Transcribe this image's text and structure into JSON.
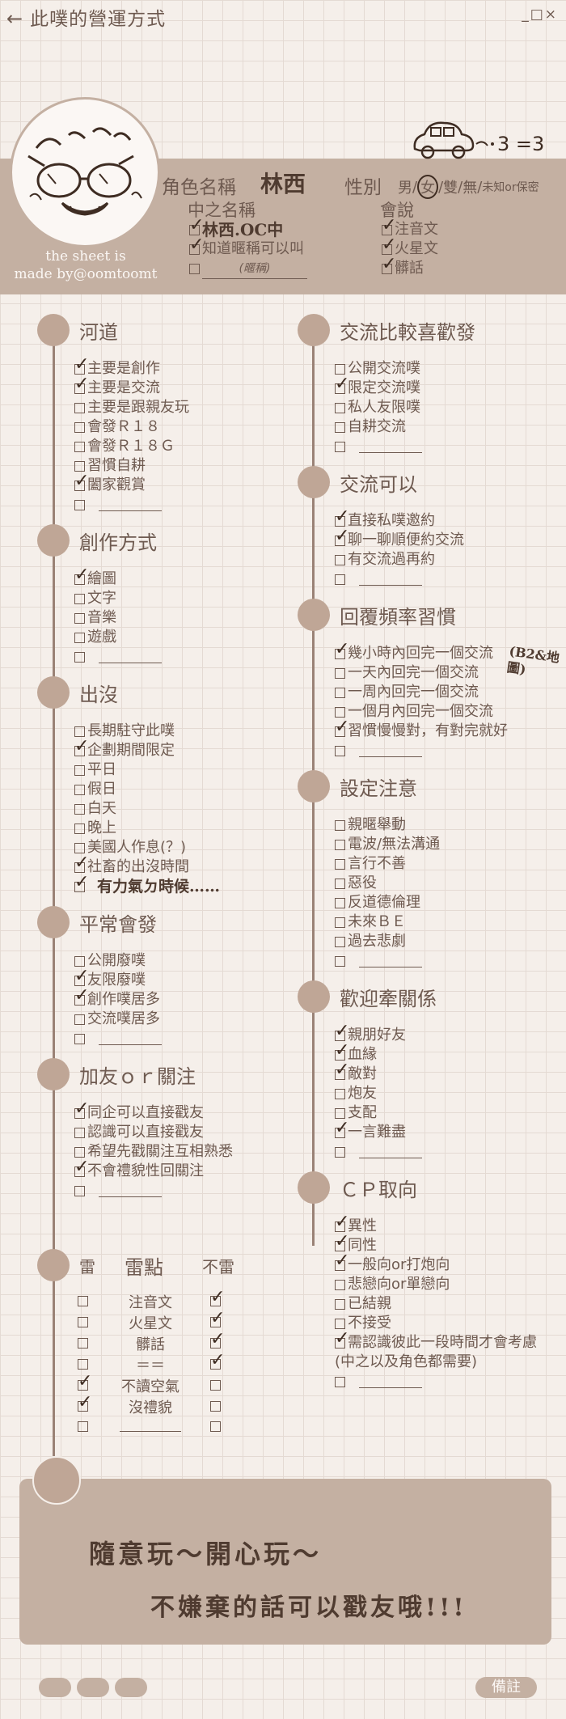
{
  "header": {
    "back_icon": "arrow-left-icon",
    "title": "此噗的營運方式",
    "window_controls": "_□×"
  },
  "profile": {
    "credit_line1": "the sheet is",
    "credit_line2": "made by@oomtoomt",
    "name_label": "角色名稱",
    "name_value": "林西",
    "gender_label": "性別",
    "gender_options": [
      "男",
      "女",
      "雙",
      "無"
    ],
    "gender_note": "未知or保密",
    "gender_selected": "女",
    "zh_label": "中之名稱",
    "zh_options": [
      {
        "text": "林西.OC中",
        "checked": true
      },
      {
        "text": "知道暱稱可以叫",
        "checked": true
      },
      {
        "text": "(暱稱)",
        "checked": false
      }
    ],
    "speak_label": "會說",
    "speak_options": [
      {
        "text": "注音文",
        "checked": true
      },
      {
        "text": "火星文",
        "checked": true
      },
      {
        "text": "髒話",
        "checked": true
      }
    ]
  },
  "left_sections": [
    {
      "title": "河道",
      "items": [
        {
          "text": "主要是創作",
          "checked": true
        },
        {
          "text": "主要是交流",
          "checked": true
        },
        {
          "text": "主要是跟親友玩",
          "checked": false
        },
        {
          "text": "會發Ｒ１８",
          "checked": false
        },
        {
          "text": "會發Ｒ１８Ｇ",
          "checked": false
        },
        {
          "text": "習慣自耕",
          "checked": false
        },
        {
          "text": "闔家觀賞",
          "checked": true
        },
        {
          "text": "",
          "checked": false,
          "blank": true
        }
      ]
    },
    {
      "title": "創作方式",
      "items": [
        {
          "text": "繪圖",
          "checked": true
        },
        {
          "text": "文字",
          "checked": false
        },
        {
          "text": "音樂",
          "checked": false
        },
        {
          "text": "遊戲",
          "checked": false
        },
        {
          "text": "",
          "checked": false,
          "blank": true
        }
      ]
    },
    {
      "title": "出沒",
      "items": [
        {
          "text": "長期駐守此噗",
          "checked": false
        },
        {
          "text": "企劃期間限定",
          "checked": true
        },
        {
          "text": "平日",
          "checked": false
        },
        {
          "text": "假日",
          "checked": false
        },
        {
          "text": "白天",
          "checked": false
        },
        {
          "text": "晚上",
          "checked": false
        },
        {
          "text": "美國人作息(？)",
          "checked": false
        },
        {
          "text": "社畜的出沒時間",
          "checked": true
        },
        {
          "text": "有力氣ㄉ時候……",
          "checked": true,
          "hand": true
        }
      ]
    },
    {
      "title": "平常會發",
      "items": [
        {
          "text": "公開廢噗",
          "checked": false
        },
        {
          "text": "友限廢噗",
          "checked": true
        },
        {
          "text": "創作噗居多",
          "checked": true
        },
        {
          "text": "交流噗居多",
          "checked": false
        },
        {
          "text": "",
          "checked": false,
          "blank": true
        }
      ]
    },
    {
      "title": "加友ｏｒ關注",
      "items": [
        {
          "text": "同企可以直接戳友",
          "checked": true
        },
        {
          "text": "認識可以直接戳友",
          "checked": false
        },
        {
          "text": "希望先戳關注互相熟悉",
          "checked": false
        },
        {
          "text": "不會禮貌性回關注",
          "checked": true
        },
        {
          "text": "",
          "checked": false,
          "blank": true
        }
      ]
    }
  ],
  "thunder": {
    "col_left": "雷",
    "col_mid": "雷點",
    "col_right": "不雷",
    "rows": [
      {
        "text": "注音文",
        "thunder": false,
        "ok": true
      },
      {
        "text": "火星文",
        "thunder": false,
        "ok": true
      },
      {
        "text": "髒話",
        "thunder": false,
        "ok": true
      },
      {
        "text": "＝＝",
        "thunder": false,
        "ok": true
      },
      {
        "text": "不讀空氣",
        "thunder": true,
        "ok": false
      },
      {
        "text": "沒禮貌",
        "thunder": true,
        "ok": false
      },
      {
        "text": "",
        "thunder": false,
        "ok": false,
        "blank": true
      }
    ]
  },
  "right_sections": [
    {
      "title": "交流比較喜歡發",
      "items": [
        {
          "text": "公開交流噗",
          "checked": false
        },
        {
          "text": "限定交流噗",
          "checked": true
        },
        {
          "text": "私人友限噗",
          "checked": false
        },
        {
          "text": "自耕交流",
          "checked": false
        },
        {
          "text": "",
          "checked": false,
          "blank": true
        }
      ]
    },
    {
      "title": "交流可以",
      "items": [
        {
          "text": "直接私噗邀約",
          "checked": true
        },
        {
          "text": "聊一聊順便約交流",
          "checked": true
        },
        {
          "text": "有交流過再約",
          "checked": false
        },
        {
          "text": "",
          "checked": false,
          "blank": true
        }
      ]
    },
    {
      "title": "回覆頻率習慣",
      "items": [
        {
          "text": "幾小時內回完一個交流",
          "checked": true
        },
        {
          "text": "一天內回完一個交流",
          "checked": false
        },
        {
          "text": "一周內回完一個交流",
          "checked": false
        },
        {
          "text": "一個月內回完一個交流",
          "checked": false
        },
        {
          "text": "習慣慢慢對，有對完就好",
          "checked": true
        },
        {
          "text": "",
          "checked": false,
          "blank": true
        }
      ]
    },
    {
      "title": "設定注意",
      "items": [
        {
          "text": "親暱舉動",
          "checked": false
        },
        {
          "text": "電波/無法溝通",
          "checked": false
        },
        {
          "text": "言行不善",
          "checked": false
        },
        {
          "text": "惡役",
          "checked": false
        },
        {
          "text": "反道德倫理",
          "checked": false
        },
        {
          "text": "未來ＢＥ",
          "checked": false
        },
        {
          "text": "過去悲劇",
          "checked": false
        },
        {
          "text": "",
          "checked": false,
          "blank": true
        }
      ]
    },
    {
      "title": "歡迎牽關係",
      "items": [
        {
          "text": "親朋好友",
          "checked": true
        },
        {
          "text": "血緣",
          "checked": true
        },
        {
          "text": "敵對",
          "checked": true
        },
        {
          "text": "炮友",
          "checked": false
        },
        {
          "text": "支配",
          "checked": false
        },
        {
          "text": "一言難盡",
          "checked": true
        },
        {
          "text": "",
          "checked": false,
          "blank": true
        }
      ]
    },
    {
      "title": "ＣＰ取向",
      "items": [
        {
          "text": "異性",
          "checked": true
        },
        {
          "text": "同性",
          "checked": true
        },
        {
          "text": "一般向or打炮向",
          "checked": true
        },
        {
          "text": "悲戀向or單戀向",
          "checked": false
        },
        {
          "text": "已結親",
          "checked": false
        },
        {
          "text": "不接受",
          "checked": false
        },
        {
          "text": "需認識彼此一段時間才會考慮",
          "checked": true
        },
        {
          "text": "(中之以及角色都需要)",
          "checked": false,
          "plain": true
        },
        {
          "text": "",
          "checked": false,
          "blank": true
        }
      ]
    }
  ],
  "reply_note": "(B2&地圖)",
  "note": {
    "line1": "隨意玩～開心玩～",
    "line2": "不嫌棄的話可以戳友哦!!!",
    "remark_label": "備註"
  },
  "colors": {
    "band": "#c4b0a2",
    "dot": "#bfa696",
    "text": "#6e5a50",
    "paper": "#f5efea"
  }
}
